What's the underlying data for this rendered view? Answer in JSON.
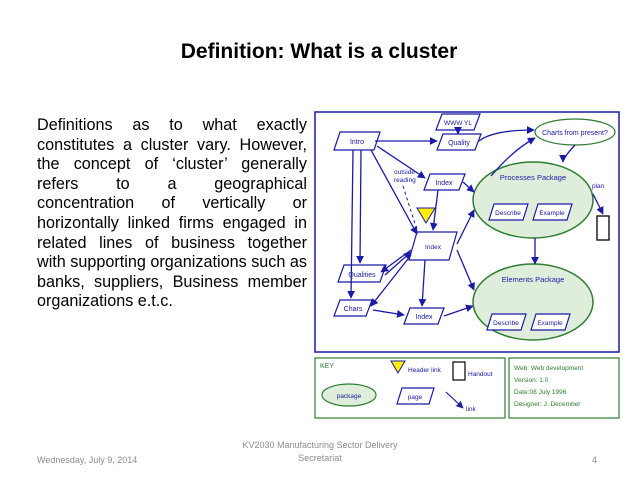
{
  "slide": {
    "title": "Definition: What is a cluster",
    "body": "Definitions as to what exactly constitutes a cluster vary. However, the concept of ‘cluster’ generally refers to a geographical concentration of vertically or horizontally linked firms engaged in related lines of business together with supporting organizations such as banks, suppliers, Business member organizations e.t.c."
  },
  "diagram": {
    "nodes": {
      "intro": "Intro",
      "www": "WWW YL",
      "quality": "Quality",
      "charts_present": "Charts from present?",
      "outside_reading_1": "outside",
      "outside_reading_2": "reading",
      "index_top": "Index",
      "processes_package": "Processes Package",
      "plan": "plan",
      "describe_top": "Describe",
      "example_top": "Example",
      "index_center": "Index",
      "qualities": "Qualities",
      "chars": "Chars",
      "index_bottom": "Index",
      "elements_package": "Elements Package",
      "describe_bottom": "Describe",
      "example_bottom": "Example"
    },
    "key": {
      "label": "KEY",
      "header_link": "Header link",
      "handout": "Handout",
      "package": "package",
      "page": "page",
      "link": "link"
    },
    "info": {
      "web": "Web: Web development",
      "version": "Version: 1.0",
      "date": "Date:08 July 1996",
      "designer": "Designer: J. December"
    },
    "colors": {
      "primary": "#1a1aa6",
      "package_fill": "#dfeedb",
      "package_border": "#2e7d32",
      "header_marker": "#ffee00",
      "info_text": "#2e7d32"
    }
  },
  "footer": {
    "date": "Wednesday, July 9, 2014",
    "center": "KV2030 Manufacturing Sector Delivery Secretariat",
    "page": "4"
  }
}
